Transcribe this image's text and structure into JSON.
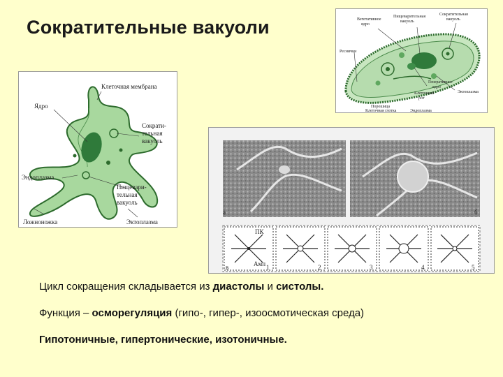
{
  "slide": {
    "title": "Сократительные вакуоли",
    "amoeba_labels": {
      "membrane": "Клеточная мембрана",
      "nucleus": "Ядро",
      "contractile_1": "Сократи-",
      "contractile_2": "тельная",
      "contractile_3": "вакуоль",
      "endoplasm": "Эндоплазма",
      "digestive_1": "Пищевари-",
      "digestive_2": "тельная",
      "digestive_3": "вакуоль",
      "pseudopod": "Ложноножка",
      "ectoplasm": "Эктоплазма"
    },
    "paramecium_labels": {
      "contractile_1": "Сократительная",
      "contractile_2": "вакуоль",
      "digestive_1": "Пищеварительная",
      "digestive_2": "вакуоль",
      "vegetative_1": "Вегетативное",
      "vegetative_2": "ядро",
      "cilia": "Реснички",
      "generative_1": "Генеративное",
      "generative_2": "ядро",
      "cell_mouth_1": "Клеточный",
      "cell_mouth_2": "рот",
      "ectoplasm": "Эктоплазма",
      "powder_1": "Порошица",
      "powder_2": "Клеточная глотка",
      "endoplasm": "Эндоплазма"
    },
    "micro_labels": {
      "panel_a": "а",
      "panel_b": "б",
      "panel_v": "в",
      "pk": "ПК",
      "amp": "Амп",
      "n1": "1",
      "n2": "2",
      "n3": "3",
      "n4": "4",
      "n5": "5"
    },
    "line1": {
      "part1": "Цикл сокращения складывается из ",
      "part2": "диастолы",
      "part3": " и ",
      "part4": "систолы."
    },
    "line2": {
      "part1": "Функция – ",
      "part2": "осморегуляция",
      "part3": " (гипо-, гипер-, изоосмотическая среда)"
    },
    "line3": "Гипотоничные, гипертонические, изотоничные."
  }
}
